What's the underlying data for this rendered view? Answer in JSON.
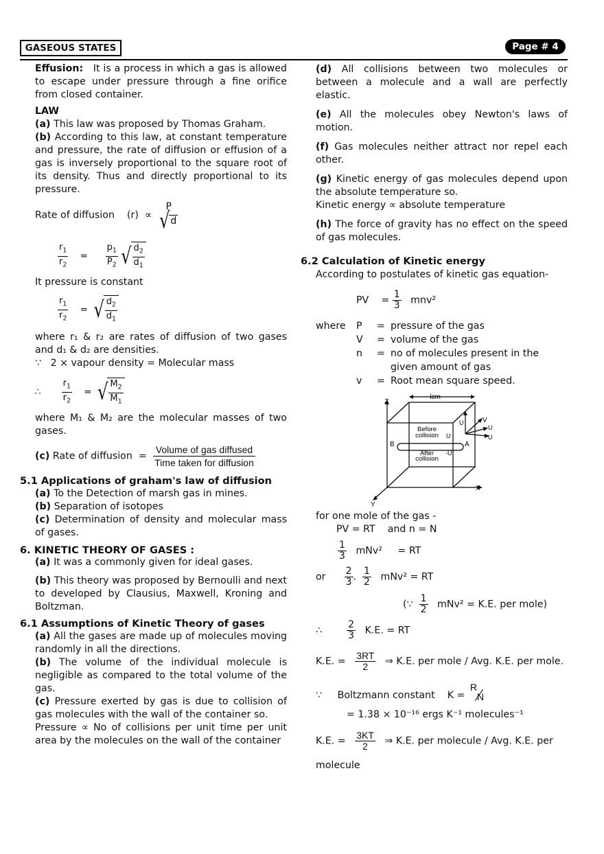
{
  "header": {
    "chapter": "GASEOUS STATES",
    "page": "Page # 4"
  },
  "left": {
    "effusion_label": "Effusion:",
    "effusion_text": "It is a process in which a gas is allowed to escape under pressure through a fine orifice from closed container.",
    "law_heading": "LAW",
    "law_a_label": "(a)",
    "law_a_text": "This law was proposed by Thomas Graham.",
    "law_b_label": "(b)",
    "law_b_text": "According to this law, at constant temperature and pressure, the rate of diffusion or effusion of a gas is inversely proportional to the square root of its density. Thus and directly proportional to its pressure.",
    "rate_label": "Rate of diffusion",
    "rate_r": "(r)",
    "prop": "∝",
    "sym_P": "P",
    "sym_d": "d",
    "r1": "r",
    "r2": "r",
    "sub1": "1",
    "sub2": "2",
    "equals": "=",
    "p1": "p",
    "P2": "P",
    "d1": "d",
    "d2": "d",
    "pressure_const": "It pressure is constant",
    "where_text": "where r₁ & r₂ are rates of diffusion of two gases and d₁ & d₂ are densities.",
    "since_sym": "∵",
    "vapour_text": "2 × vapour density = Molecular mass",
    "therefore_sym": "∴",
    "M1": "M",
    "M2": "M",
    "where_M_text": "where M₁ & M₂ are the molecular masses of two gases.",
    "c_label": "(c)",
    "c_text": "Rate of diffusion",
    "vol_num": "Volume of gas diffused",
    "vol_den": "Time taken for diffusion",
    "sec51_heading": "5.1 Applications of graham's law of diffusion",
    "app_a_label": "(a)",
    "app_a_text": "To the Detection of marsh gas in mines.",
    "app_b_label": "(b)",
    "app_b_text": "Separation of isotopes",
    "app_c_label": "(c)",
    "app_c_text": "Determination of density and molecular mass of gases.",
    "sec6_heading": "6. KINETIC THEORY OF GASES :",
    "k_a_label": "(a)",
    "k_a_text": "It was a commonly given for ideal gases.",
    "k_b_label": "(b)",
    "k_b_text": "This theory was proposed by Bernoulli and next to developed by Clausius, Maxwell, Kroning and Boltzman.",
    "sec61_heading": "6.1 Assumptions of Kinetic Theory of gases",
    "as_a_label": "(a)",
    "as_a_text": "All the gases are made up of molecules moving randomly in all the directions.",
    "as_b_label": "(b)",
    "as_b_text": "The volume of the individual molecule is negligible as compared to the total volume of the gas.",
    "as_c_label": "(c)",
    "as_c_text": "Pressure exerted by gas is due to collision of gas molecules with the wall of the container so.",
    "pressure_text": "Pressure ∝ No of collisions per unit time per unit area by the molecules on the wall of the container"
  },
  "right": {
    "as_d_label": "(d)",
    "as_d_text": "All collisions between two molecules or between a molecule and a wall are perfectly elastic.",
    "as_e_label": "(e)",
    "as_e_text": "All the molecules obey Newton's laws of motion.",
    "as_f_label": "(f)",
    "as_f_text": "Gas molecules neither attract nor repel each other.",
    "as_g_label": "(g)",
    "as_g_text": "Kinetic energy of gas molecules depend upon the absolute temperature so.",
    "ke_prop": "Kinetic energy ∝ absolute temperature",
    "as_h_label": "(h)",
    "as_h_text": "The force of gravity has no effect on the speed of gas molecules.",
    "sec62_heading": "6.2 Calculation of Kinetic energy",
    "according": "According to postulates of kinetic gas equation-",
    "pv": "PV",
    "eq": "=",
    "one": "1",
    "three": "3",
    "mnv2": "mnv²",
    "where": "where",
    "defs": [
      {
        "sym": "P",
        "text": "pressure of the gas"
      },
      {
        "sym": "V",
        "text": "volume of the gas"
      },
      {
        "sym": "n",
        "text": "no of molecules present in the"
      },
      {
        "sym": "",
        "text": "given amount of gas"
      },
      {
        "sym": "v",
        "text": "Root mean square speed."
      }
    ],
    "diagram": {
      "lcm": "lcm",
      "z": "Z",
      "x": "X",
      "y": "Y",
      "a": "A",
      "b": "B",
      "v": "V",
      "uy": "U",
      "ux": "U",
      "uz": "U",
      "before": "Before",
      "collision1": "collision",
      "after": "After",
      "collision2": "collision",
      "ux_mid": "U",
      "neg_ux": "-U"
    },
    "one_mole": "for one mole of the gas -",
    "pv_rt": "PV = RT",
    "and_n": "and n = N",
    "mNv2": "mNv²",
    "eq_rt": "= RT",
    "or": "or",
    "two": "2",
    "dot": ".",
    "half_mNv2": "mNv² = RT",
    "since_note": "(∵",
    "since_note2": "mNv² = K.E. per mole)",
    "ke_rt": "K.E. = RT",
    "ke_label": "K.E. =",
    "threeRT": "3RT",
    "ke_mole_text": "⇒ K.E. per mole / Avg. K.E. per mole.",
    "boltz": "Boltzmann constant",
    "K_eq": "K =",
    "R": "R",
    "N": "N",
    "boltz_val": "= 1.38 × 10⁻¹⁶ ergs K⁻¹ molecules⁻¹",
    "threeKT": "3KT",
    "ke_molecule_text": "⇒ K.E. per molecule / Avg. K.E. per",
    "molecule": "molecule"
  }
}
